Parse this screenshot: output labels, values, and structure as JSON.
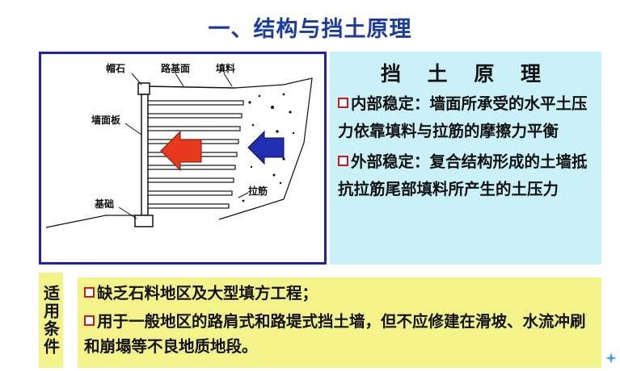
{
  "title": "一、结构与挡土原理",
  "diagram": {
    "labels": {
      "capstone": "帽石",
      "road_surface": "路基面",
      "fill": "填料",
      "face_panel": "墙面板",
      "tie_strip": "拉筋",
      "foundation": "基础"
    },
    "colors": {
      "frame": "#1f1fb8",
      "left_arrow": "#e8391f",
      "right_arrow": "#1f2fb0"
    }
  },
  "principle": {
    "heading": "挡 土 原 理",
    "items": [
      "内部稳定：墙面所承受的水平土压力依靠填料与拉筋的摩擦力平衡",
      "外部稳定：复合结构形成的土墙抵抗拉筋尾部填料所产生的土压力"
    ],
    "background": "#c9f1f7"
  },
  "conditions": {
    "label": "适用条件",
    "items": [
      "缺乏石料地区及大型填方工程；",
      "用于一般地区的路肩式和路堤式挡土墙，但不应修建在滑坡、水流冲刷和崩塌等不良地质地段。"
    ],
    "background": "#f4f38a"
  },
  "accent_color": "#1a3aa6",
  "checkbox_color": "#d01818"
}
